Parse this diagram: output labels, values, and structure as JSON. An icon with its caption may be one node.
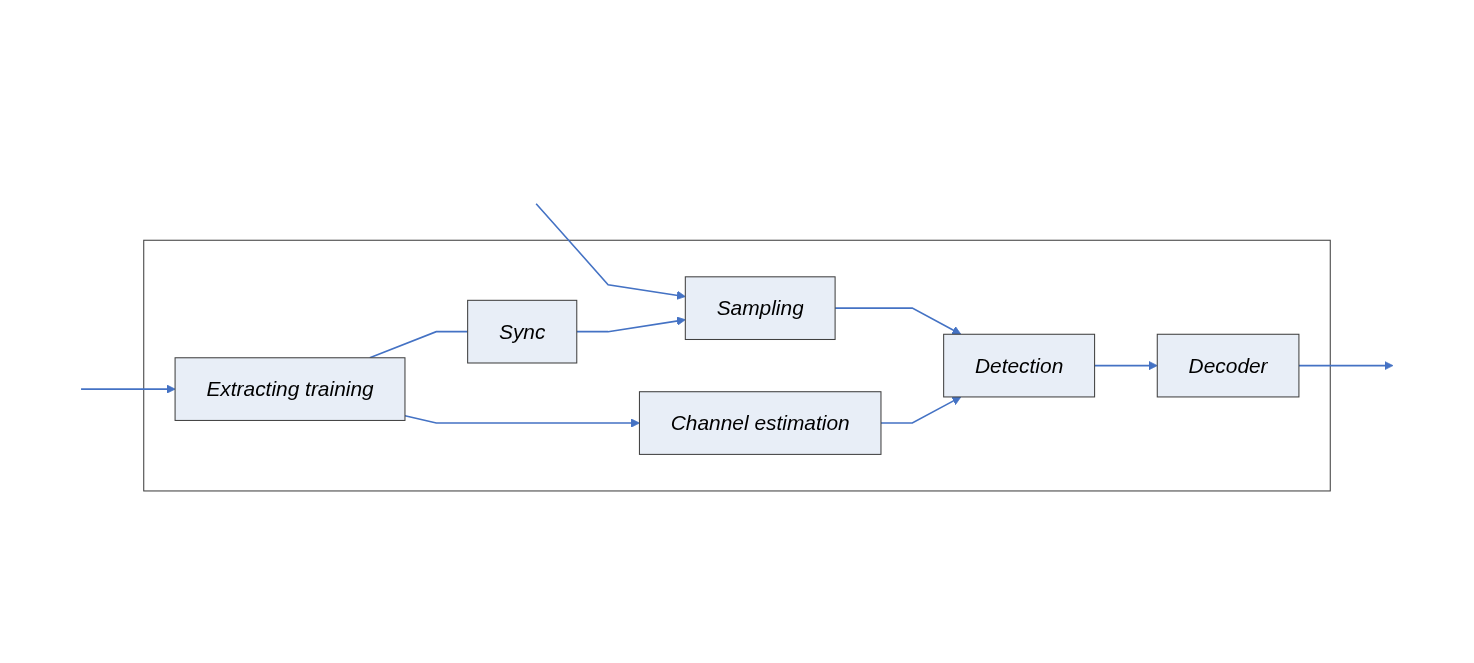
{
  "diagram": {
    "nodes": [
      {
        "text": [],
        "shape": "box"
      },
      {
        "text": [
          "Sampling"
        ],
        "in": 0
      },
      {
        "text": [
          "Detection"
        ],
        "in": 0
      },
      {
        "text": [
          "Decoder"
        ],
        "in": 0
      },
      {
        "text": [
          "Extracting training"
        ],
        "in": 0
      },
      {
        "text": [
          "Sync"
        ],
        "in": 0
      },
      {
        "text": [
          "Channel estimation"
        ],
        "in": 0
      }
    ],
    "edges": [
      {
        "from": null,
        "to": 1,
        "arrow": "to"
      },
      {
        "from": null,
        "to": 4,
        "arrow": "to"
      },
      {
        "from": 1,
        "to": 2,
        "arrow": "to"
      },
      {
        "from": 2,
        "to": 3,
        "arrow": "to"
      },
      {
        "from": 3,
        "to": null,
        "arrow": "to"
      },
      {
        "from": 5,
        "to": 1,
        "arrow": "to"
      },
      {
        "from": 6,
        "to": 2,
        "arrow": "to"
      },
      {
        "from": 4,
        "to": 5,
        "arrow": "none"
      },
      {
        "from": 4,
        "to": 6,
        "arrow": "to"
      }
    ]
  }
}
